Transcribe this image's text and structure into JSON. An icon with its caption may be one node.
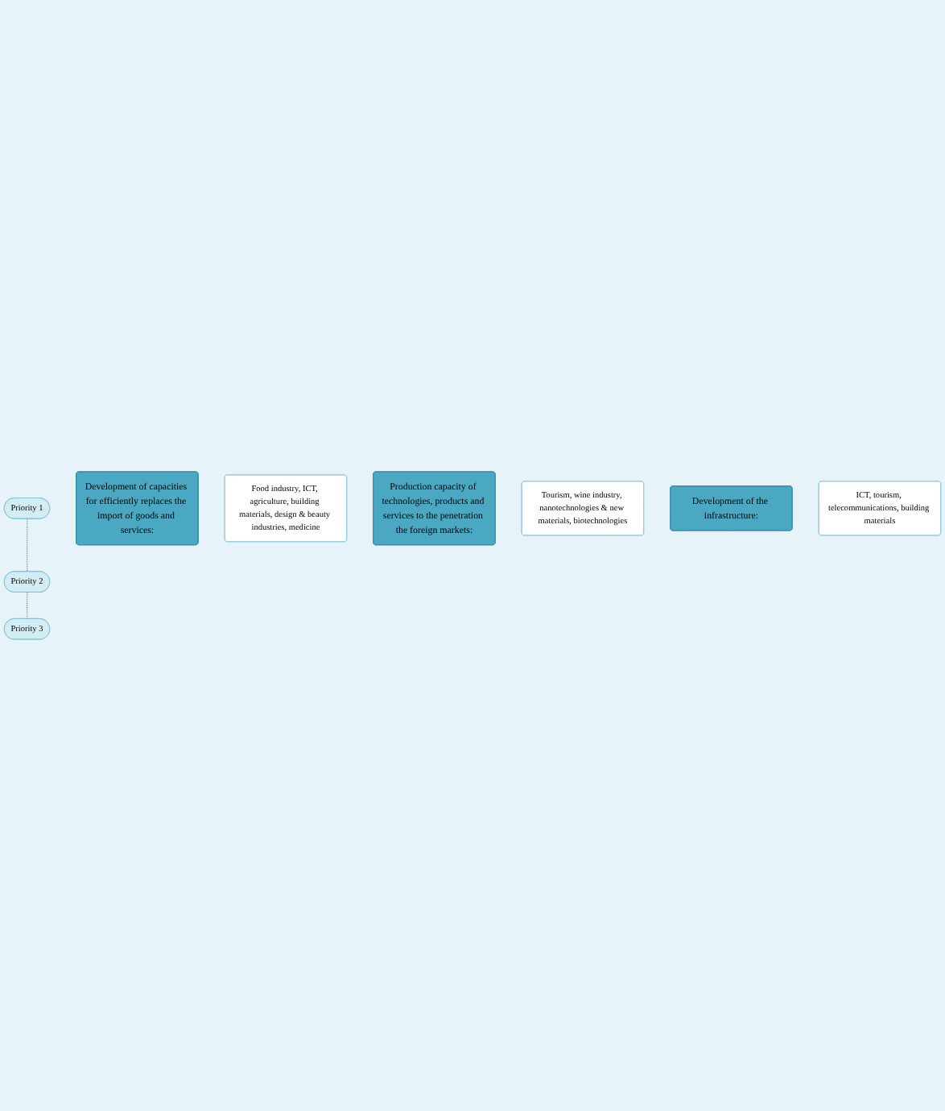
{
  "diagram": {
    "nodes": [
      {
        "text": [
          "Priority 1"
        ]
      },
      {
        "text": [
          "Development of capacities for efficiently replaces the import of goods and services:"
        ]
      },
      {
        "text": [
          "Food industry, ICT, agriculture, building materials, design & beauty industries, medicine"
        ]
      },
      {
        "text": [
          "Priority 2"
        ]
      },
      {
        "text": [
          "Production capacity of technologies, products and services to the penetration the foreign markets:"
        ]
      },
      {
        "text": [
          "Tourism, wine industry, nanotechnologies & new materials, biotechnologies"
        ]
      },
      {
        "text": [
          "Priority 3"
        ]
      },
      {
        "text": [
          "Development of the infrastructure:"
        ]
      },
      {
        "text": [
          "ICT, tourism, telecommunications, building materials"
        ]
      }
    ],
    "edges": [
      {
        "from": 0,
        "to": 3,
        "arrow": "none",
        "style": "dashed",
        "color": "#4aa3c0"
      },
      {
        "from": 3,
        "to": 6,
        "arrow": "none",
        "style": "dashed",
        "color": "#4aa3c0"
      }
    ]
  }
}
